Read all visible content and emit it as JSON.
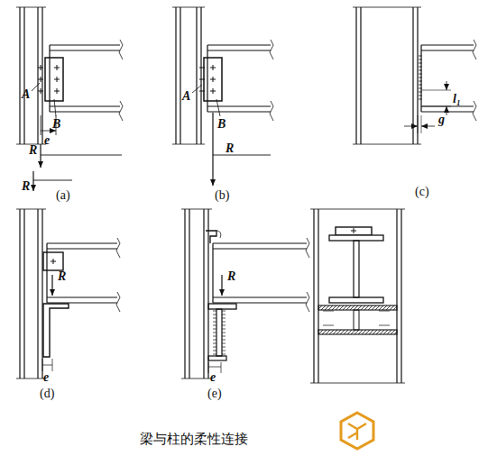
{
  "diagram": {
    "caption": "梁与柱的柔性连接",
    "labels": [
      "A",
      "B",
      "e",
      "R",
      "R",
      "(a)",
      "A",
      "B",
      "R",
      "(b)",
      "l₁",
      "g",
      "(c)",
      "R",
      "e",
      "(d)",
      "R",
      "e",
      "(e)"
    ]
  }
}
